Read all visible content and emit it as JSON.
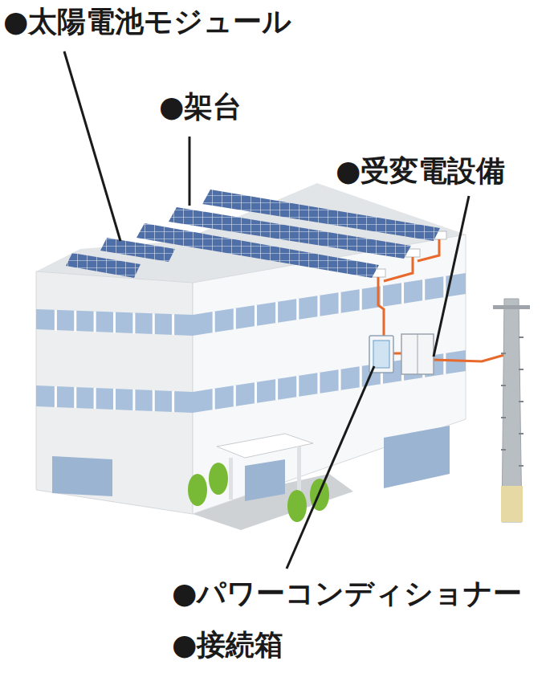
{
  "diagram": {
    "labels": [
      "●太陽電池モジュール",
      "●架台",
      "●受変電設備",
      "●パワーコンディショナー",
      "●接続箱"
    ]
  }
}
